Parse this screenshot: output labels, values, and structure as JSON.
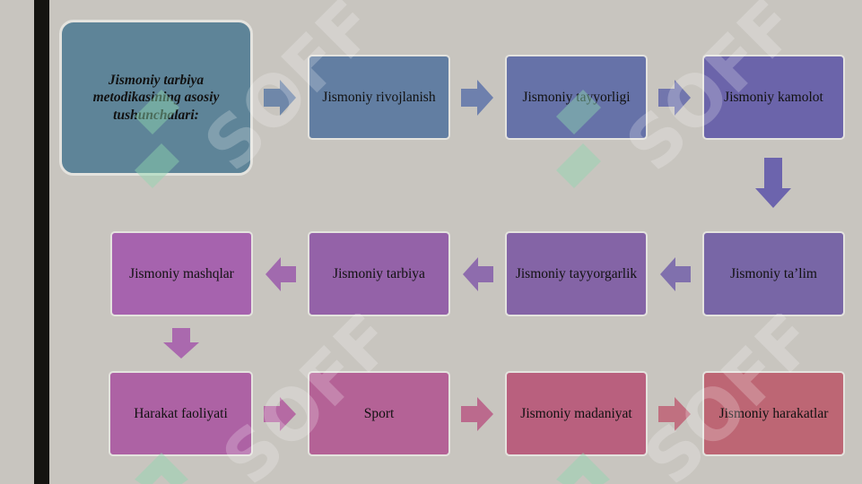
{
  "diagram": {
    "boxes": [
      {
        "id": "b1",
        "text": "Jismoniy tarbiya metodikasining asosiy tushunchalari:",
        "color": "#5e8498"
      },
      {
        "id": "b2",
        "text": "Jismoniy rivojlanish",
        "color": "#627ea2"
      },
      {
        "id": "b3",
        "text": "Jismoniy tayyorligi",
        "color": "#6672a8"
      },
      {
        "id": "b4",
        "text": "Jismoniy kamolot",
        "color": "#6b64aa"
      },
      {
        "id": "b5",
        "text": "Jismoniy ta’lim",
        "color": "#7866a6"
      },
      {
        "id": "b6",
        "text": "Jismoniy tayyorgarlik",
        "color": "#8464a6"
      },
      {
        "id": "b7",
        "text": "Jismoniy tarbiya",
        "color": "#9462a8"
      },
      {
        "id": "b8",
        "text": "Jismoniy mashqlar",
        "color": "#a663ae"
      },
      {
        "id": "b9",
        "text": "Harakat faoliyati",
        "color": "#ad62a4"
      },
      {
        "id": "b10",
        "text": "Sport",
        "color": "#b46296"
      },
      {
        "id": "b11",
        "text": "Jismoniy madaniyat",
        "color": "#b9607e"
      },
      {
        "id": "b12",
        "text": "Jismoniy harakatlar",
        "color": "#bd6674"
      }
    ]
  },
  "watermark": {
    "text": "SOFF",
    "color": "#ffffff",
    "logo_color": "#8fd8b0"
  }
}
